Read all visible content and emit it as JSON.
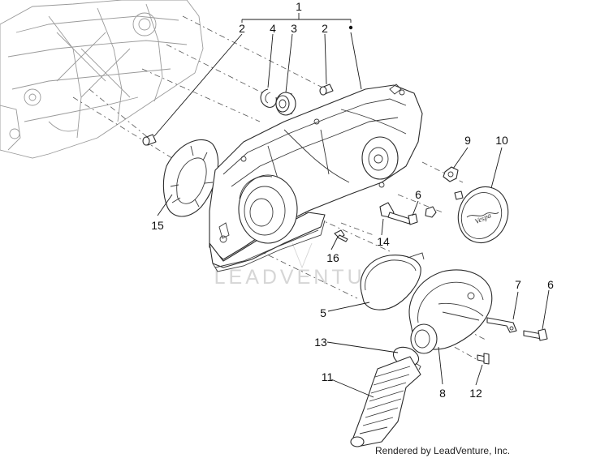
{
  "diagram": {
    "watermark": "LEADVENTURE",
    "credit": "Rendered by LeadVenture, Inc.",
    "callouts": [
      "1",
      "2",
      "4",
      "3",
      "2",
      "9",
      "10",
      "6",
      "15",
      "14",
      "16",
      "7",
      "6",
      "5",
      "13",
      "11",
      "8",
      "12"
    ]
  }
}
